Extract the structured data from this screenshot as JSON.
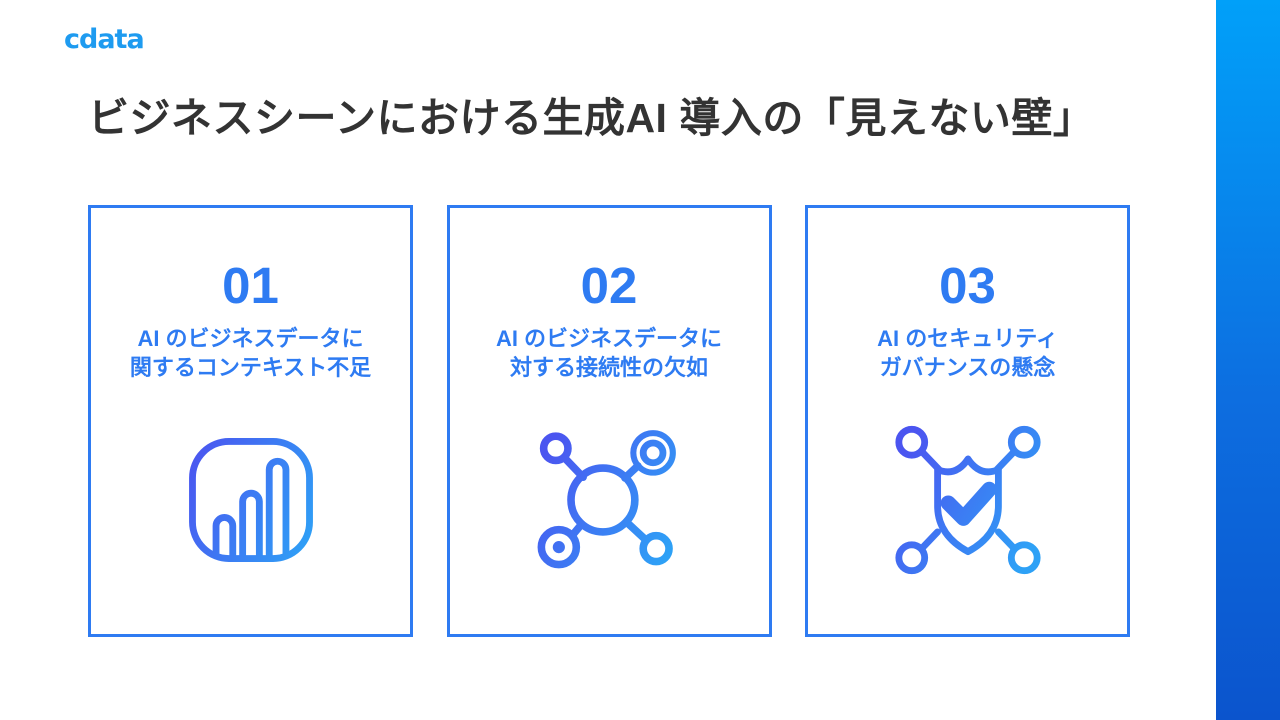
{
  "logo": {
    "text": "cdata"
  },
  "title": "ビジネスシーンにおける生成AI 導入の「見えない壁」",
  "cards": [
    {
      "number": "01",
      "line1": "AI のビジネスデータに",
      "line2": "関するコンテキスト不足",
      "icon": "bar-chart-icon"
    },
    {
      "number": "02",
      "line1": "AI のビジネスデータに",
      "line2": "対する接続性の欠如",
      "icon": "network-hub-icon"
    },
    {
      "number": "03",
      "line1": "AI のセキュリティ",
      "line2": "ガバナンスの懸念",
      "icon": "shield-check-icon"
    }
  ],
  "colors": {
    "accent_blue": "#2E7BF2",
    "logo_blue": "#1E9BF0",
    "title_color": "#333333",
    "icon_gradient_start": "#4B55F0",
    "icon_gradient_end": "#2EA1F6",
    "sidebar_gradient_top": "#01A0F9",
    "sidebar_gradient_bottom": "#0B54CD"
  }
}
